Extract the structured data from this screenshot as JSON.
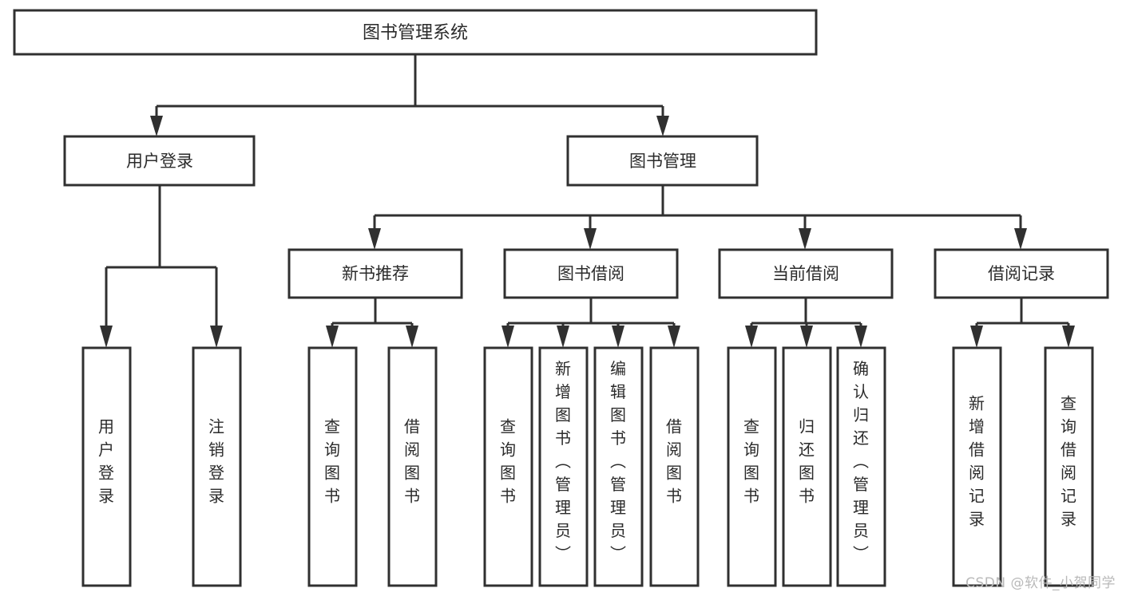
{
  "diagram": {
    "title": "图书管理系统",
    "type": "tree",
    "orientation": "top-down",
    "colors": {
      "box_stroke": "#303030",
      "box_fill": "#ffffff",
      "text": "#2b2b2b",
      "connector": "#303030",
      "background": "#ffffff",
      "watermark": "#b9b9b9"
    },
    "root": {
      "label": "图书管理系统",
      "level": 1
    },
    "level2": [
      {
        "label": "用户登录"
      },
      {
        "label": "图书管理"
      }
    ],
    "level3": [
      {
        "label": "新书推荐"
      },
      {
        "label": "图书借阅"
      },
      {
        "label": "当前借阅"
      },
      {
        "label": "借阅记录"
      }
    ],
    "leaves": {
      "user_login": [
        {
          "label": "用户登录"
        },
        {
          "label": "注销登录"
        }
      ],
      "new_book_recommend": [
        {
          "label": "查询图书"
        },
        {
          "label": "借阅图书"
        }
      ],
      "book_borrow": [
        {
          "label": "查询图书"
        },
        {
          "label": "新增图书（管理员）"
        },
        {
          "label": "编辑图书（管理员）"
        },
        {
          "label": "借阅图书"
        }
      ],
      "current_borrow": [
        {
          "label": "查询图书"
        },
        {
          "label": "归还图书"
        },
        {
          "label": "确认归还（管理员）"
        }
      ],
      "borrow_record": [
        {
          "label": "新增借阅记录"
        },
        {
          "label": "查询借阅记录"
        }
      ]
    }
  },
  "watermark": {
    "text": "CSDN @软件_小贺同学"
  }
}
